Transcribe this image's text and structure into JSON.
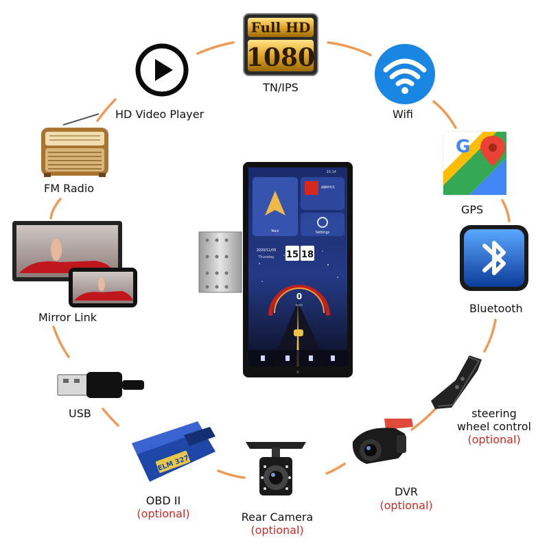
{
  "colors": {
    "ring": "#ee9a55",
    "optional_text": "#d8261f",
    "label_text": "#111111",
    "wifi_blue": "#1a86e4",
    "bluetooth_blue": "#1b66d0",
    "obd_blue": "#1f47a8"
  },
  "features": {
    "fullhd": {
      "badge_top": "Full HD",
      "badge_bottom": "1080",
      "label": "TN/IPS",
      "icon": "full-hd-1080-icon"
    },
    "video": {
      "label": "HD Video Player",
      "icon": "play-icon"
    },
    "wifi": {
      "label": "Wifi",
      "icon": "wifi-icon"
    },
    "radio": {
      "label": "FM Radio",
      "icon": "radio-icon"
    },
    "gps": {
      "label": "GPS",
      "icon": "map-pin-icon"
    },
    "mirror": {
      "label": "Mirror Link",
      "icon": "screen-mirror-icon"
    },
    "bluetooth": {
      "label": "Bluetooth",
      "icon": "bluetooth-icon"
    },
    "usb": {
      "label": "USB",
      "icon": "usb-plug-icon"
    },
    "steering": {
      "label_line1": "steering",
      "label_line2": "wheel control",
      "optional": "(optional)",
      "icon": "steering-remote-icon"
    },
    "obd": {
      "label": "OBD II",
      "optional": "(optional)",
      "device_text": "ELM 327",
      "icon": "obd-scanner-icon"
    },
    "camera": {
      "label": "Rear Camera",
      "optional": "(optional)",
      "icon": "rear-camera-icon"
    },
    "dvr": {
      "label": "DVR",
      "optional": "(optional)",
      "icon": "dashcam-icon"
    }
  },
  "screen": {
    "status_time": "15:14",
    "tile_navi": "Navi",
    "tile_settings": "Settings",
    "media_title": "成都的冬天",
    "date": "2020/11/05",
    "weekday": "Thursday",
    "clock_hour": "15",
    "clock_minute": "18",
    "speed": "0",
    "speed_unit": "km/h"
  }
}
